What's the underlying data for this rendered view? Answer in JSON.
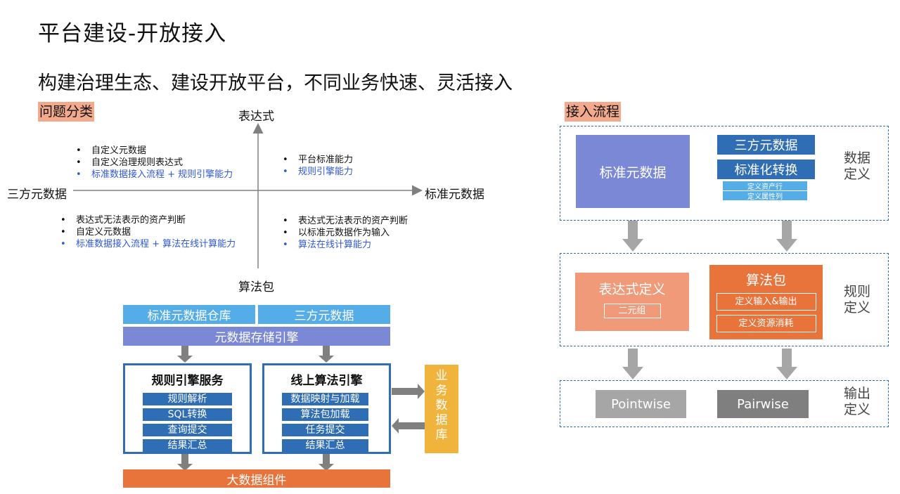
{
  "title": "平台建设-开放接入",
  "subtitle": "构建治理生态、建设开放平台，不同业务快速、灵活接入",
  "quadrant": {
    "heading": "问题分类",
    "axis_top": "表达式",
    "axis_bottom": "算法包",
    "axis_left": "三方元数据",
    "axis_right": "标准元数据",
    "top_left": [
      "自定义元数据",
      "自定义治理规则表达式",
      "标准数据接入流程 + 规则引擎能力"
    ],
    "top_right": [
      "平台标准能力",
      "规则引擎能力"
    ],
    "bottom_left": [
      "表达式无法表示的资产判断",
      "自定义元数据",
      "标准数据接入流程 + 算法在线计算能力"
    ],
    "bottom_right": [
      "表达式无法表示的资产判断",
      "以标准元数据作为输入",
      "算法在线计算能力"
    ]
  },
  "arch": {
    "top_left": "标准元数据仓库",
    "top_right": "三方元数据",
    "storage": "元数据存储引擎",
    "rule_service": {
      "title": "规则引擎服务",
      "items": [
        "规则解析",
        "SQL转换",
        "查询提交",
        "结果汇总"
      ]
    },
    "algo_engine": {
      "title": "线上算法引擎",
      "items": [
        "数据映射与加载",
        "算法包加载",
        "任务提交",
        "结果汇总"
      ]
    },
    "biz_db": [
      "业",
      "务",
      "数",
      "据",
      "库"
    ],
    "bigdata": "大数据组件"
  },
  "flow": {
    "heading": "接入流程",
    "data_def": {
      "label": [
        "数据",
        "定义"
      ],
      "std_meta": "标准元数据",
      "third_meta": "三方元数据",
      "std_convert": "标准化转换",
      "sub_items": [
        "定义资产行",
        "定义属性列"
      ]
    },
    "rule_def": {
      "label": [
        "规则",
        "定义"
      ],
      "expr_def": "表达式定义",
      "expr_sub": "二元组",
      "algo_pkg": "算法包",
      "algo_items": [
        "定义输入&输出",
        "定义资源消耗"
      ]
    },
    "output_def": {
      "label": [
        "输出",
        "定义"
      ],
      "pointwise": "Pointwise",
      "pairwise": "Pairwise"
    }
  },
  "colors": {
    "blue_dark": "#2f6eb5",
    "blue_light": "#55ade8",
    "purple": "#7b88d6",
    "orange": "#e8743b",
    "salmon": "#f19a7a",
    "yellow": "#f0b33c",
    "gray_light": "#a6a6a6",
    "gray_dark": "#7f7f7f",
    "link_blue": "#2f58d6"
  }
}
